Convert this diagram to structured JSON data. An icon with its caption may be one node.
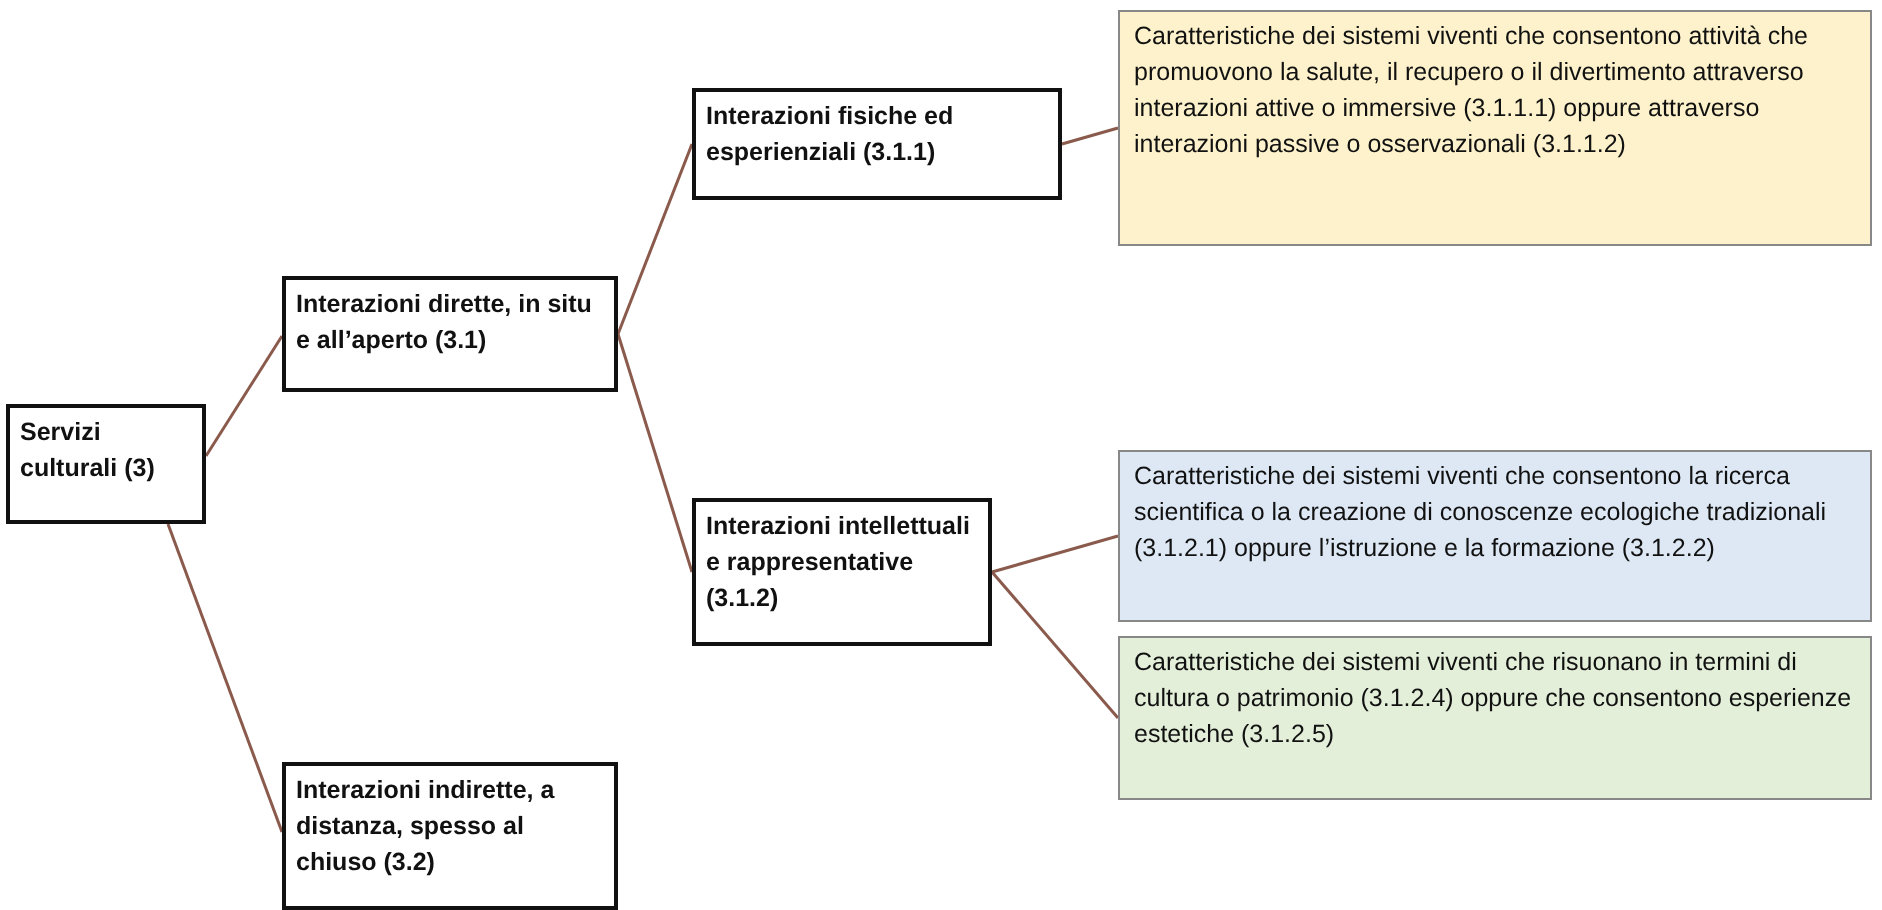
{
  "diagram": {
    "nodes": [
      {
        "text": [
          "Servizi culturali (3)"
        ]
      },
      {
        "text": [
          "Interazioni dirette, in situ e all’aperto (3.1)"
        ]
      },
      {
        "text": [
          "Interazioni fisiche ed esperienziali (3.1.1)"
        ]
      },
      {
        "text": [
          "Caratteristiche dei sistemi viventi che consentono attività che promuovono la salute, il recupero o il divertimento attraverso interazioni attive o immersive (3.1.1.1) oppure attraverso interazioni passive o osservazionali (3.1.1.2)"
        ]
      },
      {
        "text": [
          "Interazioni intellettuali e rappresentative (3.1.2)"
        ]
      },
      {
        "text": [
          "Caratteristiche dei sistemi viventi che consentono la ricerca scientifica o la creazione di conoscenze ecologiche tradizionali (3.1.2.1) oppure l’istruzione e la formazione (3.1.2.2)"
        ]
      },
      {
        "text": [
          "Caratteristiche dei sistemi viventi che risuonano in termini di cultura o patrimonio (3.1.2.4) oppure che consentono esperienze estetiche (3.1.2.5)"
        ]
      },
      {
        "text": [
          "Interazioni indirette, a distanza, spesso al chiuso (3.2)"
        ]
      }
    ],
    "edges": [
      {
        "from": 0,
        "to": 1,
        "arrow": "none"
      },
      {
        "from": 0,
        "to": 7,
        "arrow": "none"
      },
      {
        "from": 1,
        "to": 2,
        "arrow": "none"
      },
      {
        "from": 1,
        "to": 4,
        "arrow": "none"
      },
      {
        "from": 2,
        "to": 3,
        "arrow": "none"
      },
      {
        "from": 4,
        "to": 5,
        "arrow": "none"
      },
      {
        "from": 4,
        "to": 6,
        "arrow": "none"
      }
    ]
  }
}
